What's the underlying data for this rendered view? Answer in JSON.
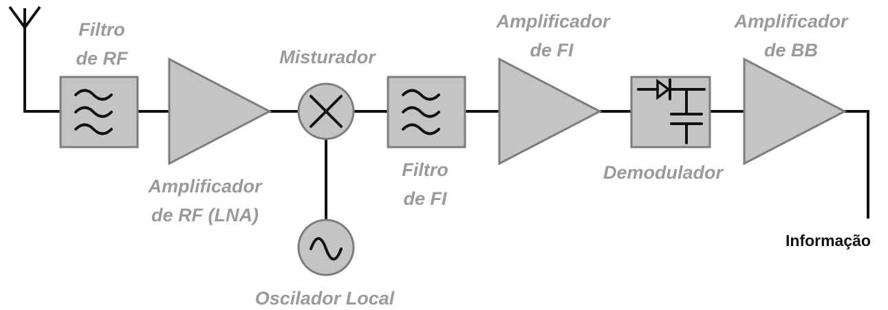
{
  "blocks": {
    "rf_filter": {
      "line1": "Filtro",
      "line2": "de RF"
    },
    "lna": {
      "line1": "Amplificador",
      "line2": "de RF (LNA)"
    },
    "mixer": {
      "label": "Misturador"
    },
    "local_oscillator": {
      "label": "Oscilador Local"
    },
    "if_filter": {
      "line1": "Filtro",
      "line2": "de FI"
    },
    "if_amplifier": {
      "line1": "Amplificador",
      "line2": "de FI"
    },
    "demodulator": {
      "label": "Demodulador"
    },
    "bb_amplifier": {
      "line1": "Amplificador",
      "line2": "de BB"
    }
  },
  "output": {
    "label": "Informação"
  }
}
